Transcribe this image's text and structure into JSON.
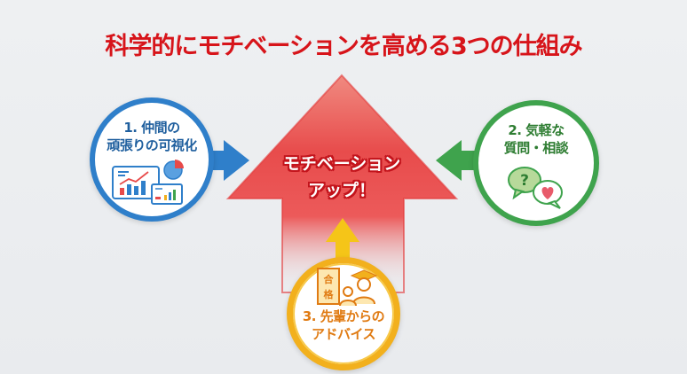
{
  "title": "科学的にモチベーションを高める3つの仕組み",
  "center": {
    "line1": "モチベーション",
    "line2": "アップ！"
  },
  "items": [
    {
      "number": "1.",
      "line1": "1. 仲間の",
      "line2": "頑張りの可視化",
      "color": "#2f7fca",
      "icon": "chart-dashboard-icon"
    },
    {
      "number": "2.",
      "line1": "2. 気軽な",
      "line2": "質問・相談",
      "color": "#3fa34d",
      "icon": "chat-bubbles-icon"
    },
    {
      "number": "3.",
      "line1": "3. 先輩からの",
      "line2": "アドバイス",
      "color": "#f2b01d",
      "icon": "mentor-icon",
      "badge": [
        "合",
        "格"
      ]
    }
  ],
  "colors": {
    "title": "#d7141a",
    "main_arrow": "#e84a4a",
    "blue": "#2f7fca",
    "green": "#3fa34d",
    "yellow": "#f2b01d"
  }
}
